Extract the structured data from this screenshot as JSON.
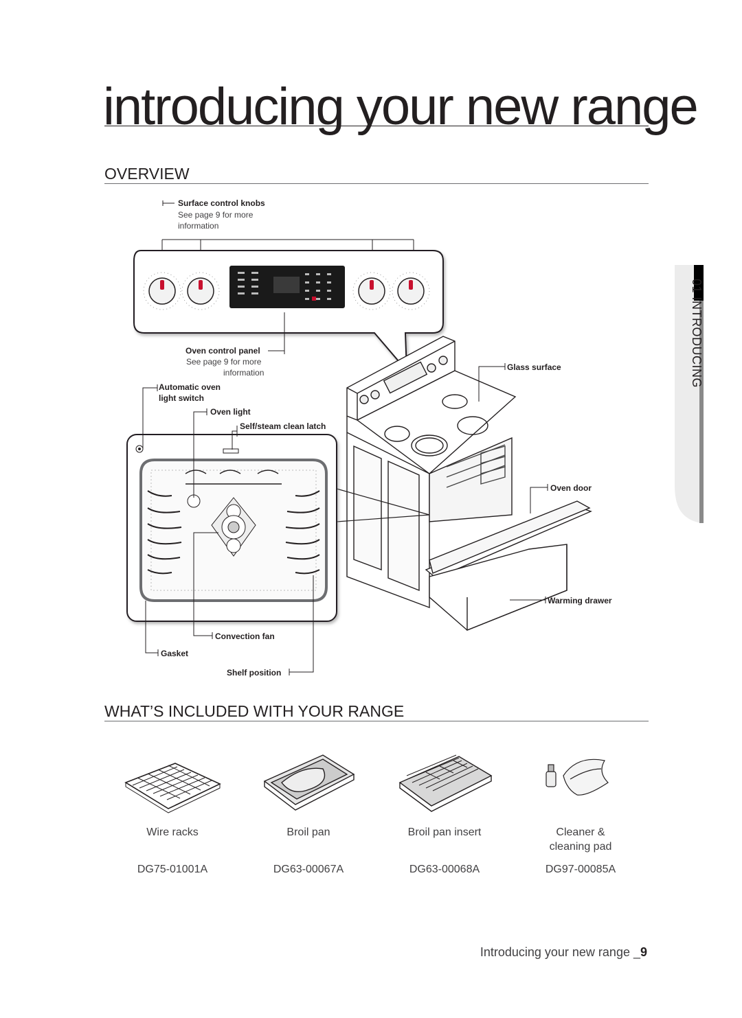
{
  "page_title": "introducing your new range",
  "section_overview": "OVERVIEW",
  "section_included": "WHAT’S INCLUDED WITH YOUR RANGE",
  "side_tab": "01 INTRODUCING",
  "labels": {
    "surface_knobs": "Surface control knobs",
    "surface_knobs_sub1": "See page 9 for more",
    "surface_knobs_sub2": "information",
    "oven_control_panel": "Oven control panel",
    "oven_control_sub1": "See page 9 for more",
    "oven_control_sub2": "information",
    "auto_light_1": "Automatic oven",
    "auto_light_2": "light switch",
    "oven_light": "Oven light",
    "clean_latch": "Self/steam clean latch",
    "glass_surface": "Glass surface",
    "oven_door": "Oven door",
    "warming_drawer": "Warming drawer",
    "convection_fan": "Convection fan",
    "gasket": "Gasket",
    "shelf_position": "Shelf position"
  },
  "accessories": [
    {
      "name": "Wire racks",
      "name2": "",
      "code": "DG75-01001A",
      "icon": "wire-rack-icon"
    },
    {
      "name": "Broil pan",
      "name2": "",
      "code": "DG63-00067A",
      "icon": "broil-pan-icon"
    },
    {
      "name": "Broil pan insert",
      "name2": "",
      "code": "DG63-00068A",
      "icon": "broil-pan-insert-icon"
    },
    {
      "name": "Cleaner &",
      "name2": "cleaning pad",
      "code": "DG97-00085A",
      "icon": "cleaner-pad-icon"
    }
  ],
  "footer": {
    "text": "Introducing your new range _",
    "page": "9"
  }
}
